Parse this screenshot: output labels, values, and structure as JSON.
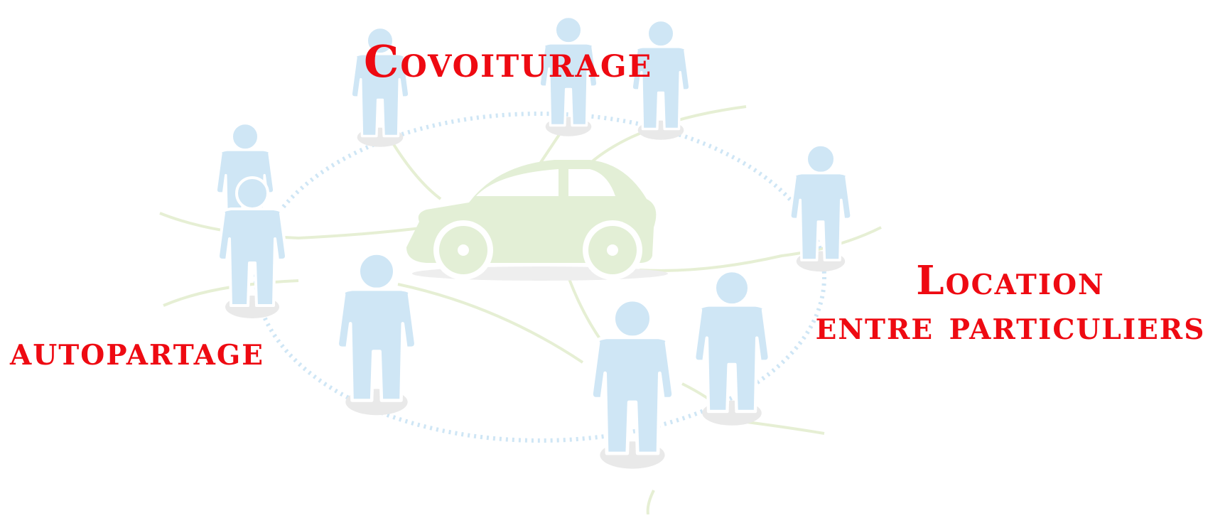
{
  "labels": {
    "carpooling": "Covoiturage",
    "carsharing": "autopartage",
    "rental_line1": "Location",
    "rental_line2": "entre particuliers"
  },
  "colors": {
    "label": "#ee0a12",
    "person": "#cfe6f5",
    "person_outline": "#ffffff",
    "car": "#e3efd6",
    "network_line": "#e6efd4",
    "dotted_ring": "#cfe6f5",
    "shadow": "#e8e8e8"
  },
  "icons": [
    "car-icon",
    "person-icon"
  ]
}
